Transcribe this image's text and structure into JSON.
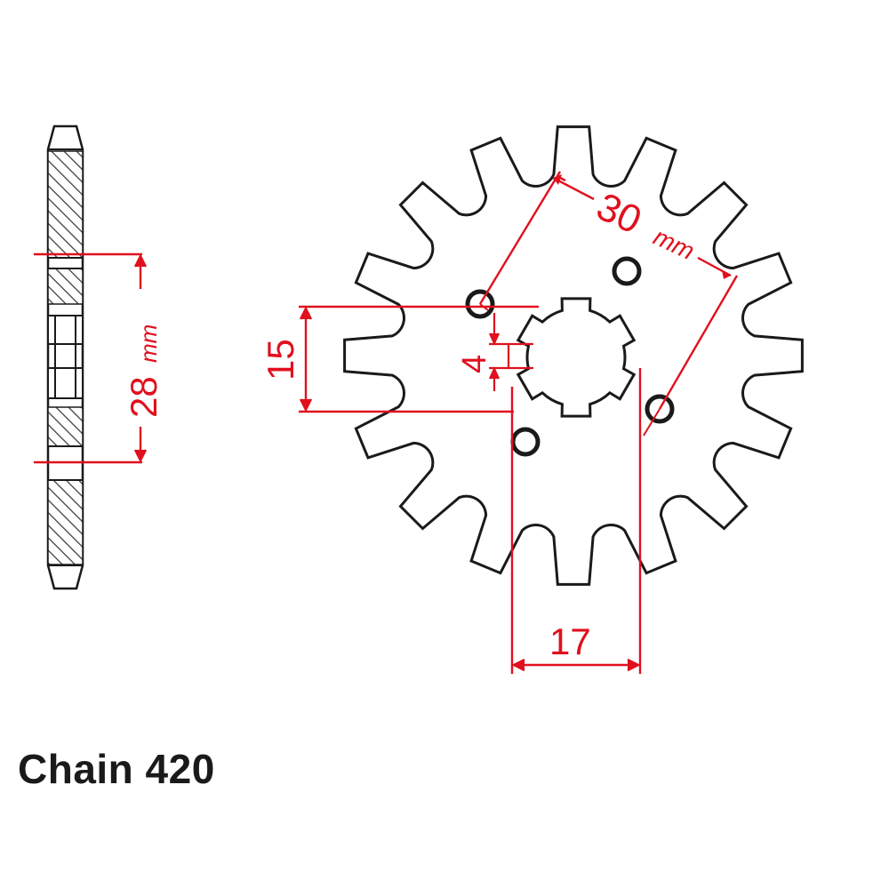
{
  "caption": "Chain 420",
  "dimensions": {
    "hole_spacing": {
      "value": "30",
      "unit": "mm"
    },
    "side_width": {
      "value": "28",
      "unit": "mm"
    },
    "spline_height": "15",
    "key_width": "4",
    "spline_width": "17"
  },
  "colors": {
    "outline": "#1a1a1a",
    "dimension": "#e0101e",
    "hatch": "#333333",
    "background": "#ffffff"
  },
  "sprocket": {
    "teeth": 16,
    "bolt_holes": 4
  }
}
